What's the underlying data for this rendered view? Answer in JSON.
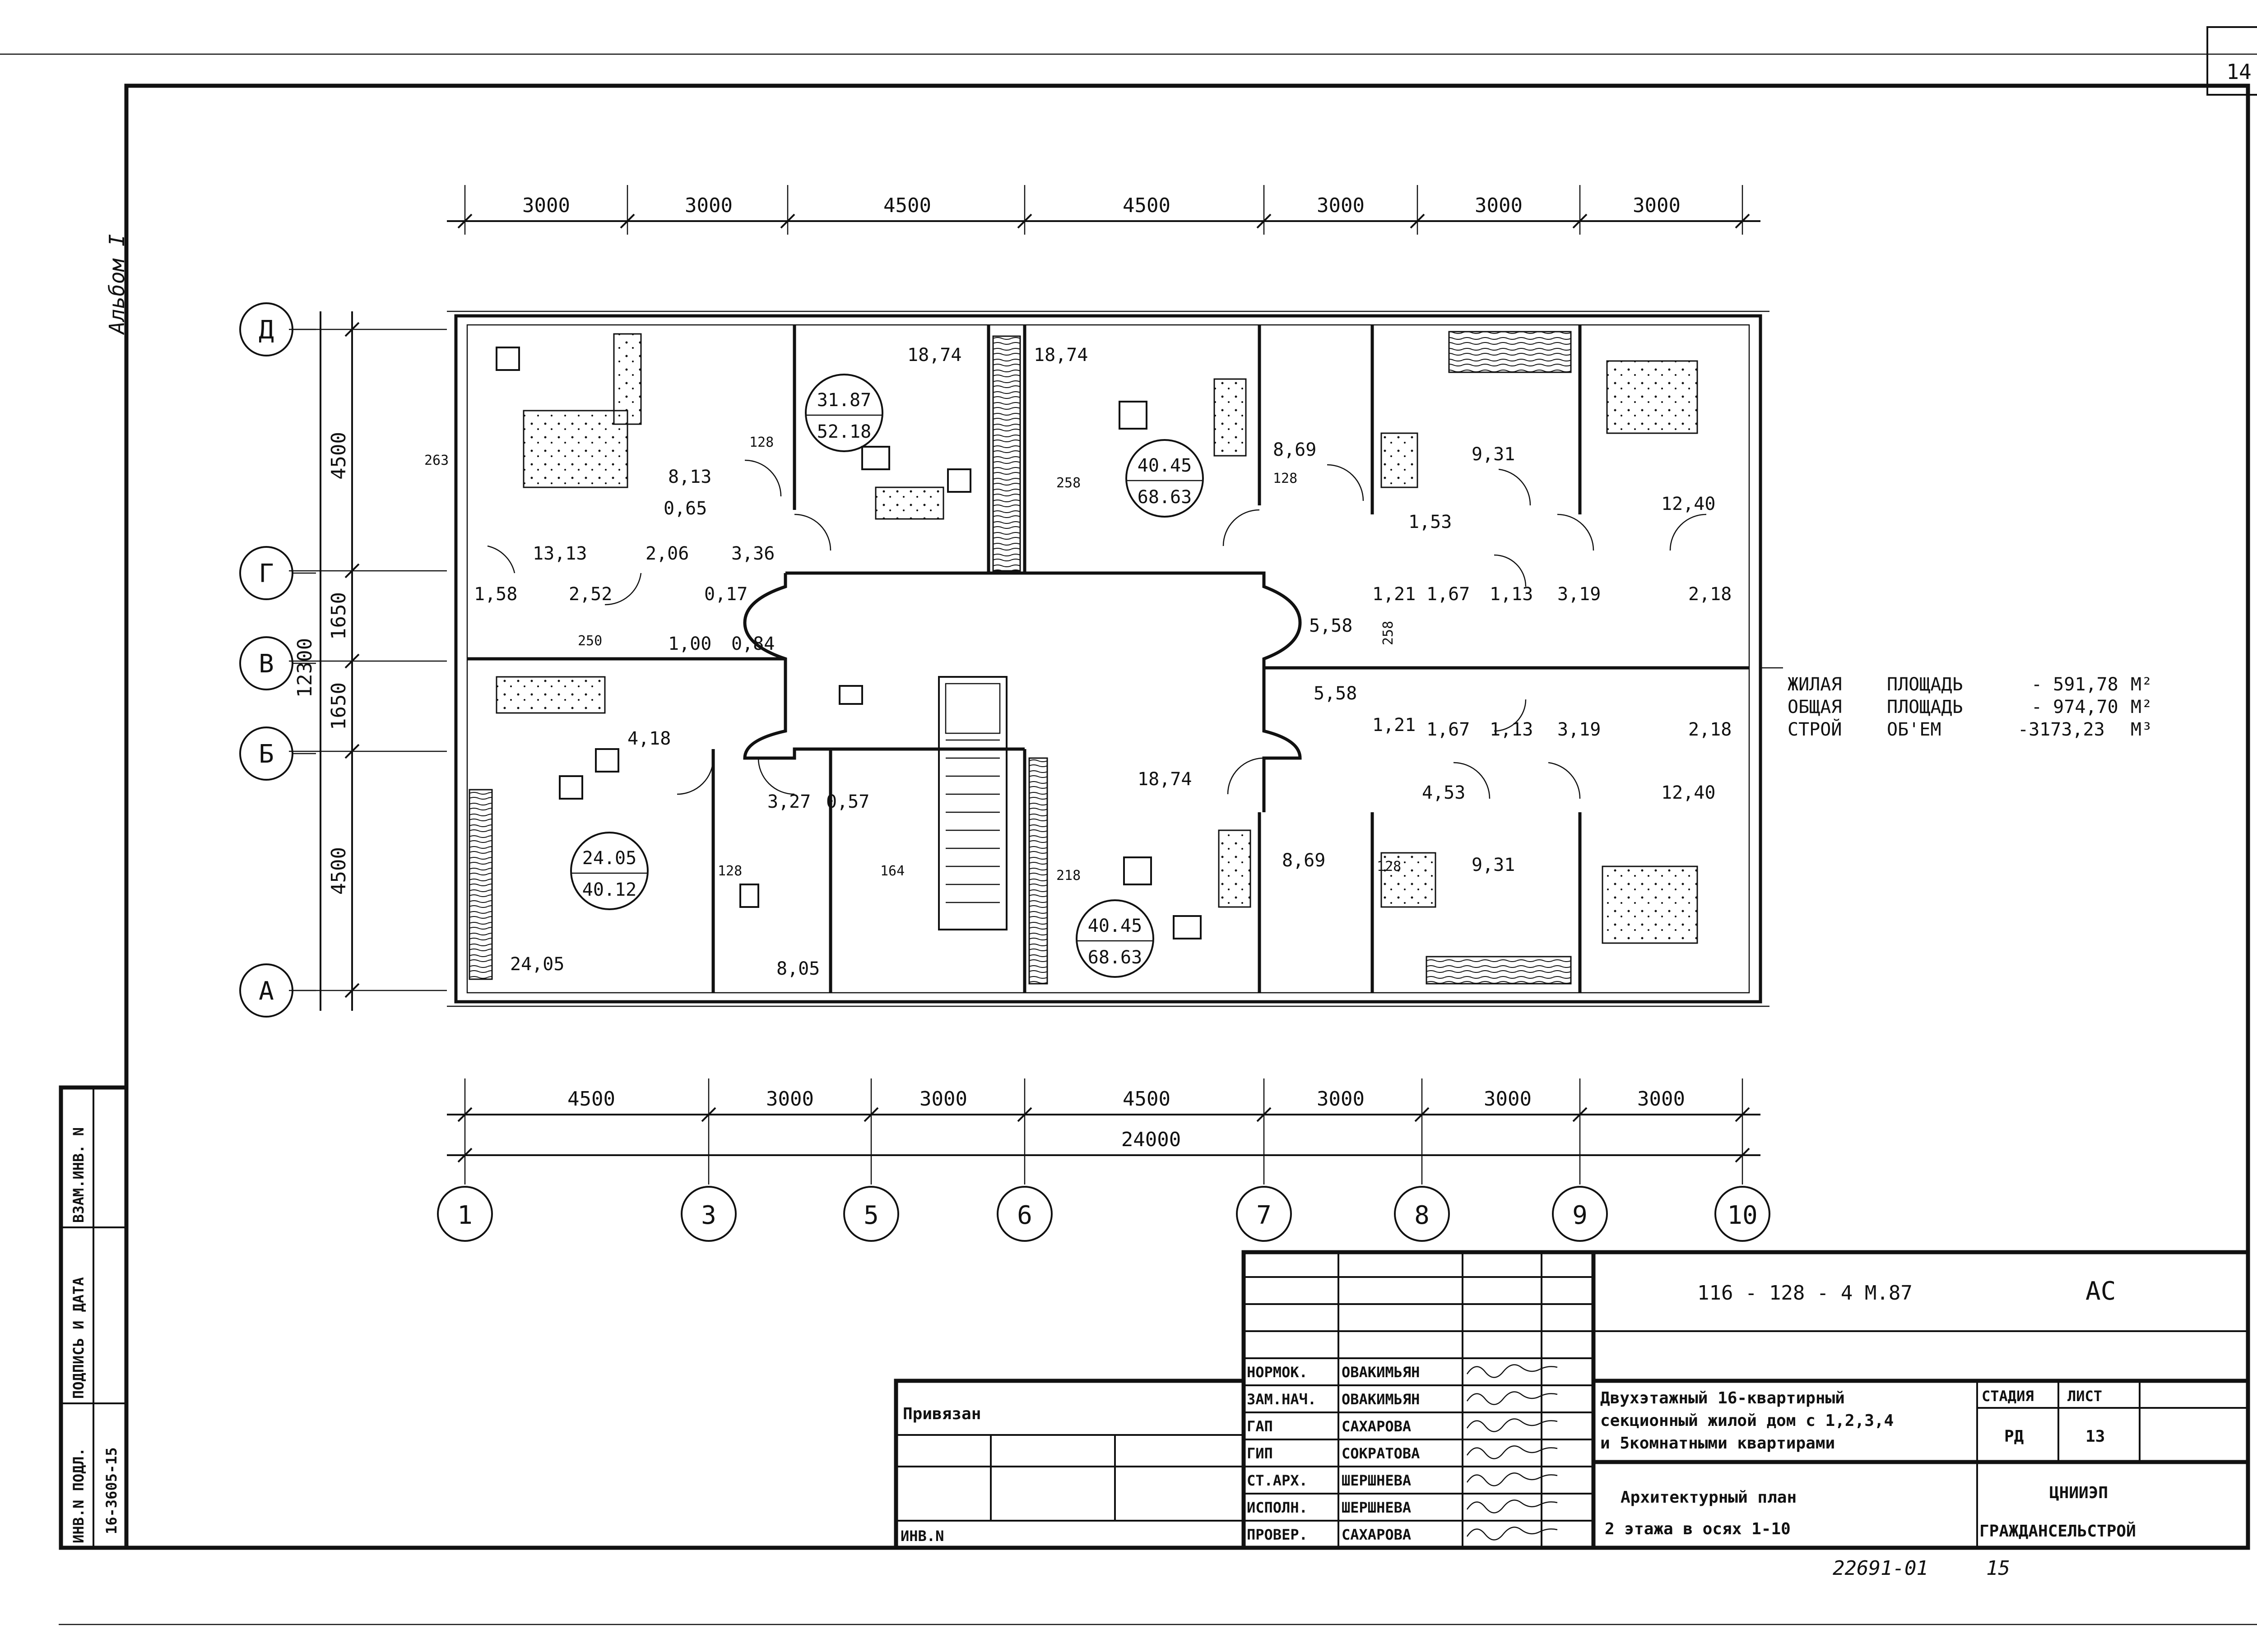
{
  "sheet_number": "14",
  "album": "Альбом I",
  "top_dims": [
    "3000",
    "3000",
    "4500",
    "4500",
    "3000",
    "3000",
    "3000"
  ],
  "bottom_dims": [
    "4500",
    "3000",
    "3000",
    "4500",
    "3000",
    "3000",
    "3000"
  ],
  "overall_dim": "24000",
  "left_dims": [
    "4500",
    "1650",
    "1650",
    "4500"
  ],
  "left_overall": "12300",
  "row_axes": [
    "Д",
    "Г",
    "В",
    "Б",
    "А"
  ],
  "col_axes": [
    "1",
    "3",
    "5",
    "6",
    "7",
    "8",
    "9",
    "10"
  ],
  "rooms": {
    "r1": "8,13",
    "r2": "0,65",
    "r3": "2,06",
    "r4": "3,36",
    "r5": "13,13",
    "r6": "1,58",
    "r7": "2,52",
    "r8": "1,00",
    "r9": "0,84",
    "r10": "0,17",
    "r11": "18,74",
    "r12": "18,74",
    "r13": "8,69",
    "r14": "9,31",
    "r15": "1,53",
    "r16": "12,40",
    "r17": "5,58",
    "r18": "5,58",
    "r19": "1,21",
    "r20": "1,67",
    "r21": "1,13",
    "r22": "3,19",
    "r23": "2,18",
    "r24": "1,21",
    "r25": "1,67",
    "r26": "1,13",
    "r27": "3,19",
    "r28": "2,18",
    "r29": "4,53",
    "r30": "12,40",
    "r31": "18,74",
    "r32": "8,69",
    "r33": "9,31",
    "r34": "4,18",
    "r35": "3,27",
    "r36": "0,57",
    "r37": "24,05",
    "r38": "8,05",
    "w1": "263",
    "w2": "128",
    "w3": "258",
    "w4": "128",
    "w5": "250",
    "w6": "258",
    "w7": "128",
    "w8": "164",
    "w9": "218",
    "w10": "128"
  },
  "apartments": [
    {
      "living": "31.87",
      "total": "52.18"
    },
    {
      "living": "40.45",
      "total": "68.63"
    },
    {
      "living": "24.05",
      "total": "40.12"
    },
    {
      "living": "40.45",
      "total": "68.63"
    }
  ],
  "summary": {
    "l1_label": "ЖИЛАЯ",
    "l1_word": "ПЛОЩАДЬ",
    "l1_value": "- 591,78",
    "l1_unit": "М²",
    "l2_label": "ОБЩАЯ",
    "l2_word": "ПЛОЩАДЬ",
    "l2_value": "- 974,70",
    "l2_unit": "М²",
    "l3_label": "СТРОЙ",
    "l3_word": "ОБ'ЕМ",
    "l3_value": "-3173,23",
    "l3_unit": "М³"
  },
  "side_stamp": {
    "c1": "ИНВ.N ПОДЛ.",
    "c2": "ПОДПИСЬ И ДАТА",
    "c3": "ВЗАМ.ИНВ. N",
    "c4": "16-3605-15"
  },
  "title_block": {
    "privyazan": "Привязан",
    "inv_n": "ИНВ.N",
    "code": "116 - 128 - 4 М.87",
    "section": "АС",
    "roles": [
      "НОРМОК.",
      "ЗАМ.НАЧ.",
      "ГАП",
      "ГИП",
      "СТ.АРХ.",
      "ИСПОЛН.",
      "ПРОВЕР."
    ],
    "names": [
      "ОВАКИМЬЯН",
      "ОВАКИМЬЯН",
      "САХАРОВА",
      "СОКРАТОВА",
      "ШЕРШНЕВА",
      "ШЕРШНЕВА",
      "САХАРОВА"
    ],
    "title_l1": "Двухэтажный 16-квартирный",
    "title_l2": "секционный жилой дом с 1,2,3,4",
    "title_l3": "и 5комнатными квартирами",
    "sheet_title_l1": "Архитектурный план",
    "sheet_title_l2": "2 этажа в осях 1-10",
    "stage_label": "СТАДИЯ",
    "sheet_label": "ЛИСТ",
    "stage": "РД",
    "sheet": "13",
    "org_l1": "ЦНИИЭП",
    "org_l2": "ГРАЖДАНСЕЛЬСТРОЙ",
    "bottom_note": "22691-01",
    "bottom_page": "15"
  }
}
